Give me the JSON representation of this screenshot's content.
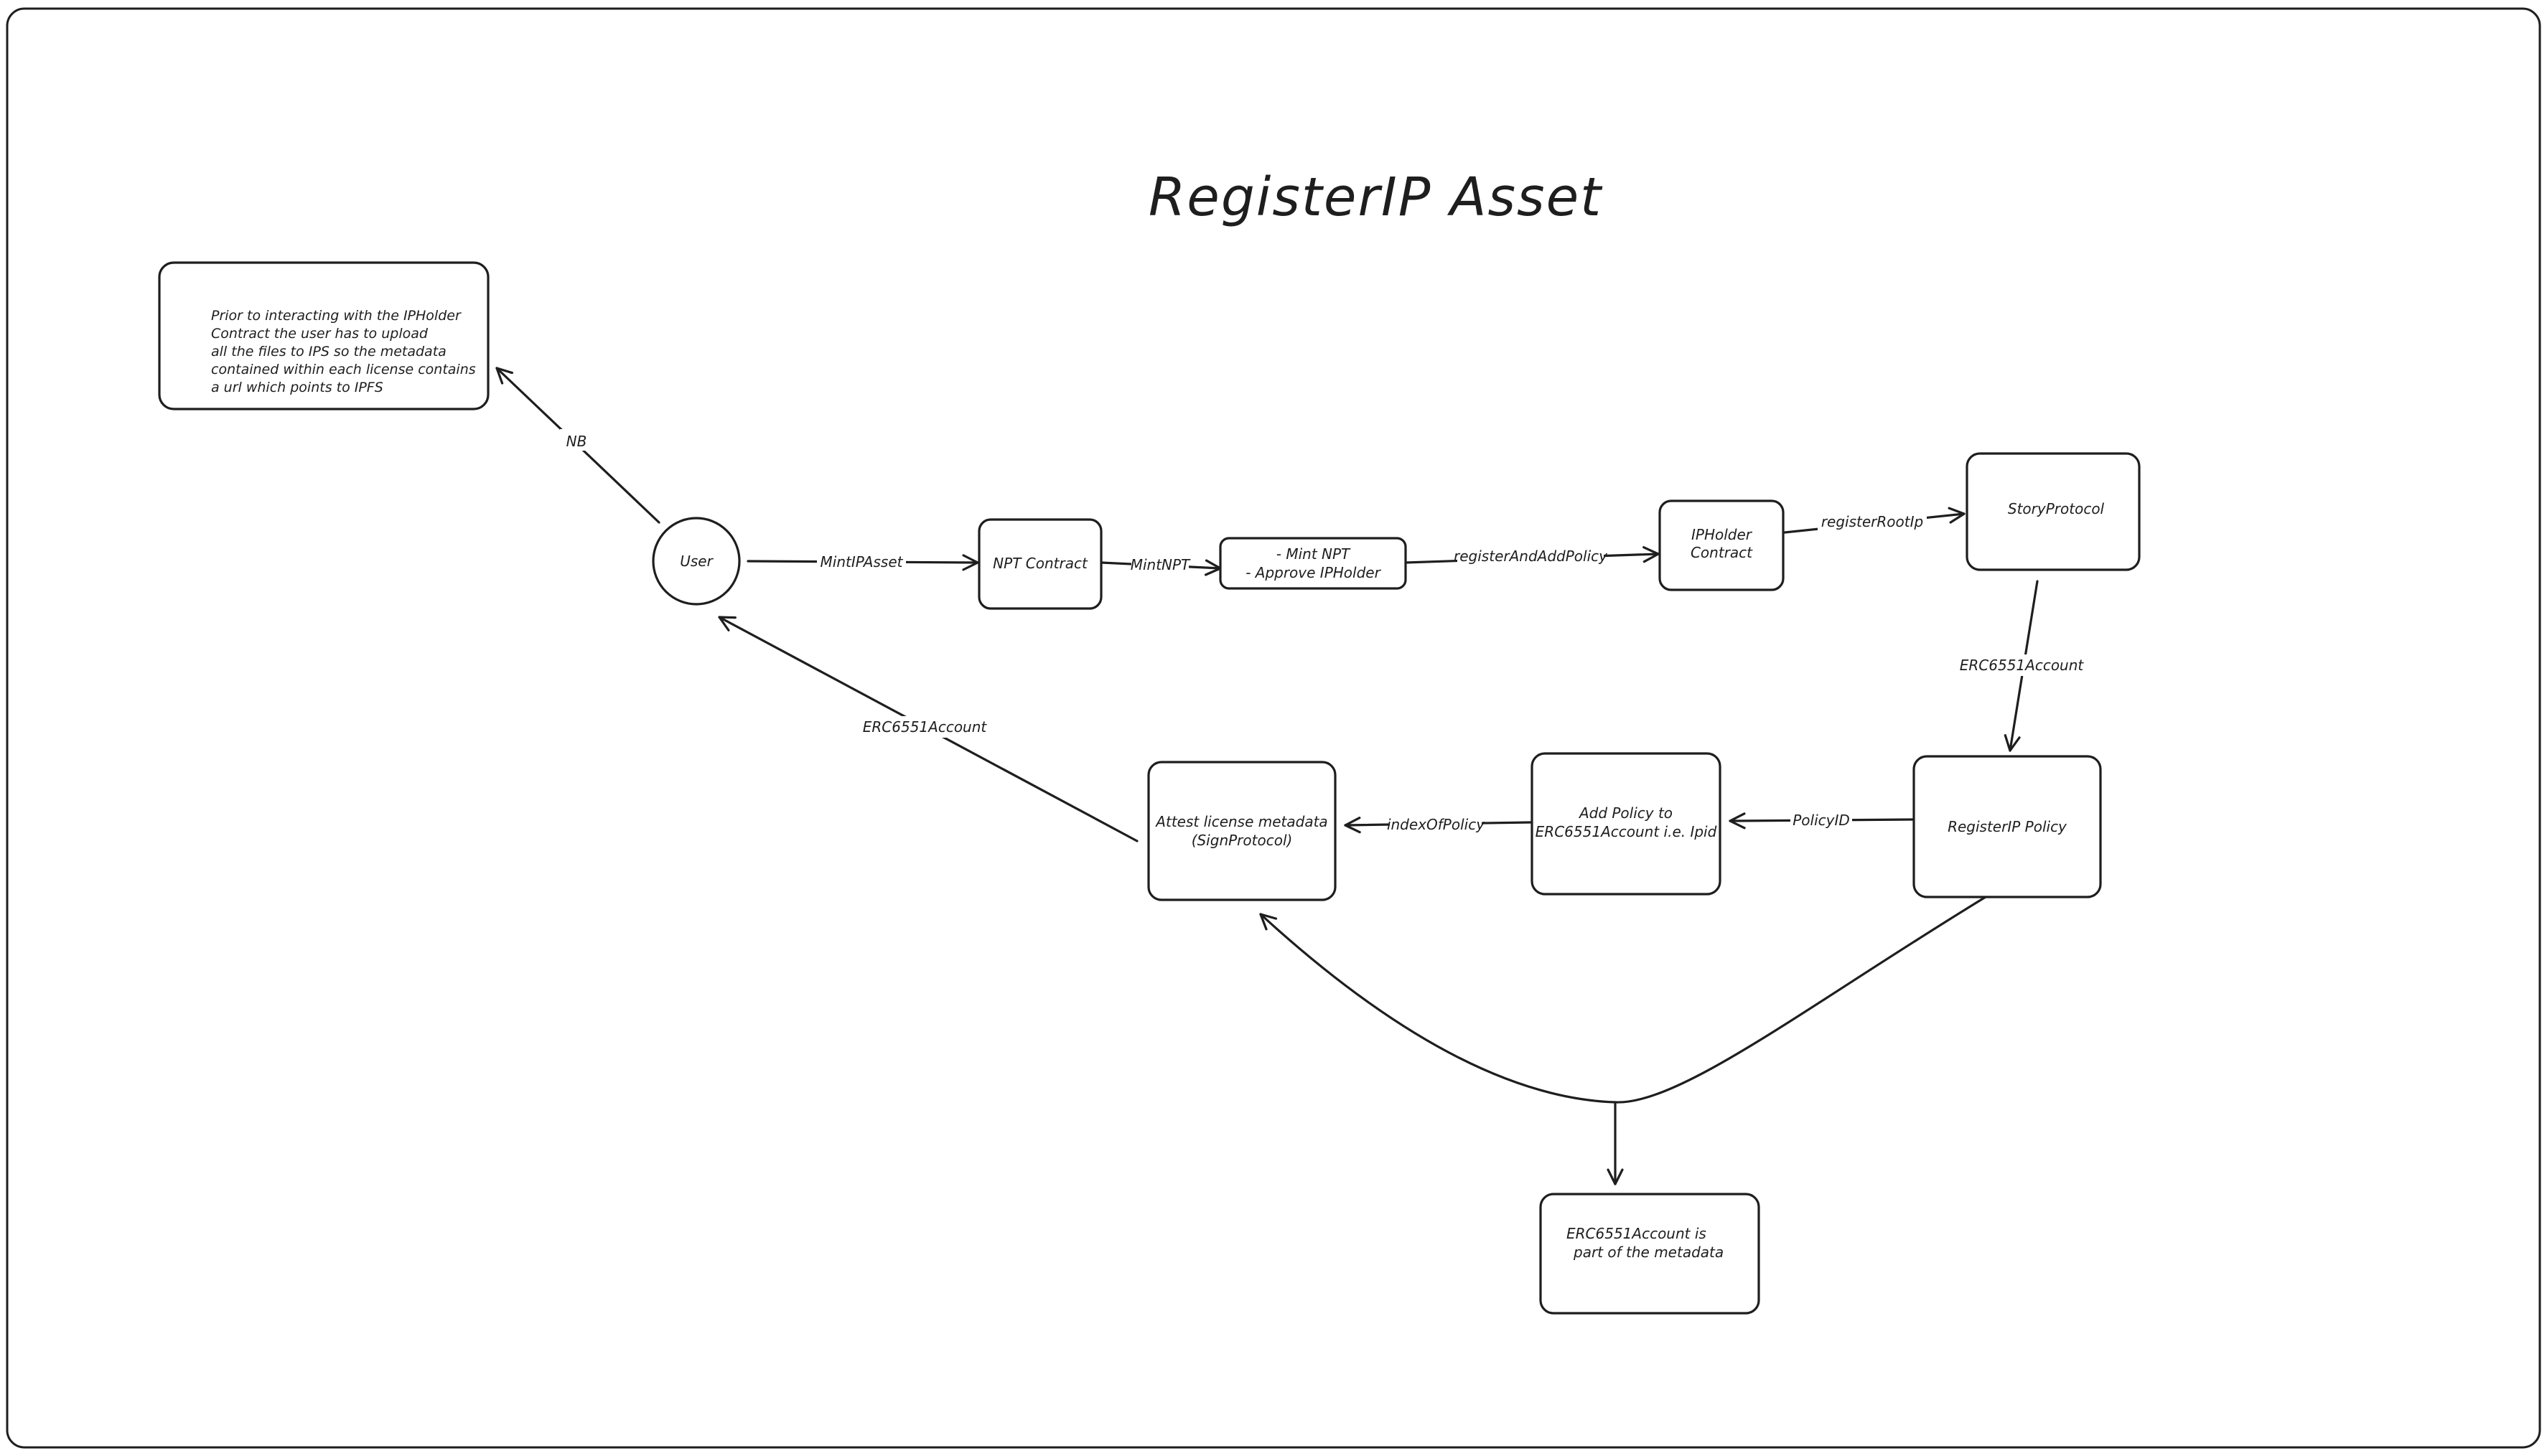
{
  "title": "RegisterIP Asset",
  "nodes": {
    "note_nb": [
      "Prior to interacting with the IPHolder",
      "Contract the user has to upload",
      "all the files to IPS so the metadata",
      "contained within each license contains",
      "a url which points to IPFS"
    ],
    "user": "User",
    "npt_contract": "NPT Contract",
    "mint_approve": [
      "- Mint NPT",
      "- Approve IPHolder"
    ],
    "ipholder_contract": [
      "IPHolder",
      "Contract"
    ],
    "story_protocol": "StoryProtocol",
    "registerip_policy": "RegisterIP Policy",
    "add_policy": [
      "Add Policy to",
      "ERC6551Account i.e. Ipid"
    ],
    "attest_license": [
      "Attest license metadata",
      "(SignProtocol)"
    ],
    "erc_metadata": [
      "ERC6551Account is",
      "part of the metadata"
    ]
  },
  "edges": {
    "nb": "NB",
    "mint_ip_asset": "MintIPAsset",
    "mint_npt": "MintNPT",
    "register_and_add_policy": "registerAndAddPolicy",
    "register_root_ip": "registerRootIp",
    "erc6551_story": "ERC6551Account",
    "policy_id": "PolicyID",
    "index_of_policy": "indexOfPolicy",
    "erc6551_user": "ERC6551Account"
  }
}
